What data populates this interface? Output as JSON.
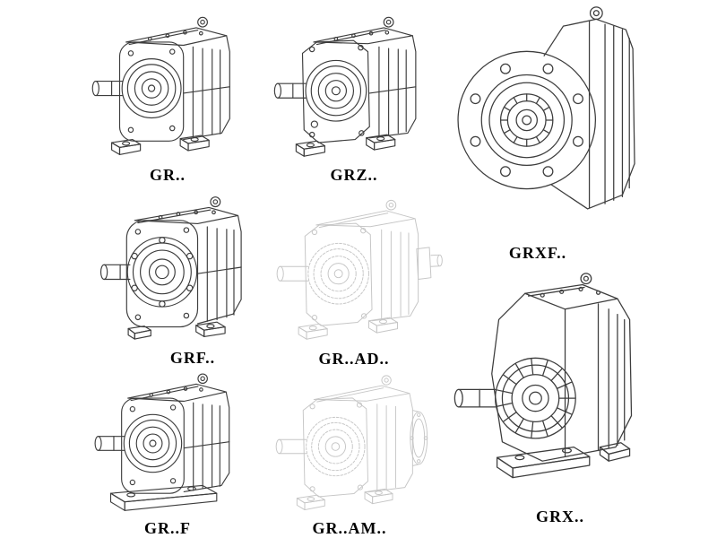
{
  "palette": {
    "ink": "#3d3d3d",
    "faint": "#c6c6c6",
    "label": "#000000",
    "bg": "#ffffff"
  },
  "items": [
    {
      "id": "gr",
      "label": "GR.."
    },
    {
      "id": "grz",
      "label": "GRZ.."
    },
    {
      "id": "grxf",
      "label": "GRXF.."
    },
    {
      "id": "grf",
      "label": "GRF.."
    },
    {
      "id": "gr-ad",
      "label": "GR..AD.."
    },
    {
      "id": "gr-f",
      "label": "GR..F"
    },
    {
      "id": "gr-am",
      "label": "GR..AM.."
    },
    {
      "id": "grx",
      "label": "GRX.."
    }
  ]
}
